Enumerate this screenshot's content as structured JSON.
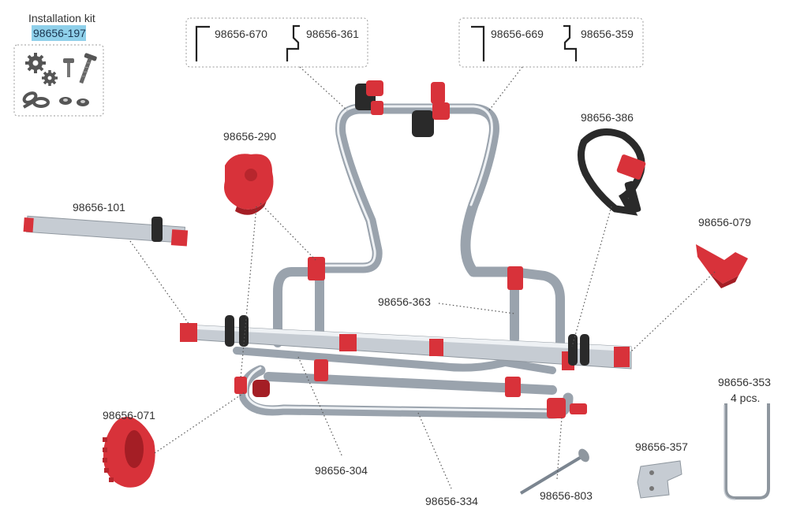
{
  "kit": {
    "title": "Installation kit",
    "part": "98656-197",
    "highlight": "#8fd0ea",
    "icons": [
      "gear-icon",
      "screw-icon",
      "chain-link-icon",
      "nut-icon"
    ]
  },
  "profile_boxes": [
    {
      "items": [
        {
          "part": "98656-670",
          "icon": "angle-profile-icon"
        },
        {
          "part": "98656-361",
          "icon": "zigzag-profile-icon"
        }
      ]
    },
    {
      "items": [
        {
          "part": "98656-669",
          "icon": "angle-profile-icon"
        },
        {
          "part": "98656-359",
          "icon": "zigzag-profile-icon"
        }
      ]
    }
  ],
  "parts": {
    "p290": "98656-290",
    "p101": "98656-101",
    "p386": "98656-386",
    "p079": "98656-079",
    "p363": "98656-363",
    "p071": "98656-071",
    "p304": "98656-304",
    "p334": "98656-334",
    "p803": "98656-803",
    "p357": "98656-357",
    "p353": "98656-353",
    "p353_qty": "4 pcs."
  },
  "colors": {
    "accent_red": "#d8323a",
    "aluminium": "#c6ccd3",
    "strap_black": "#2a2a2a"
  }
}
